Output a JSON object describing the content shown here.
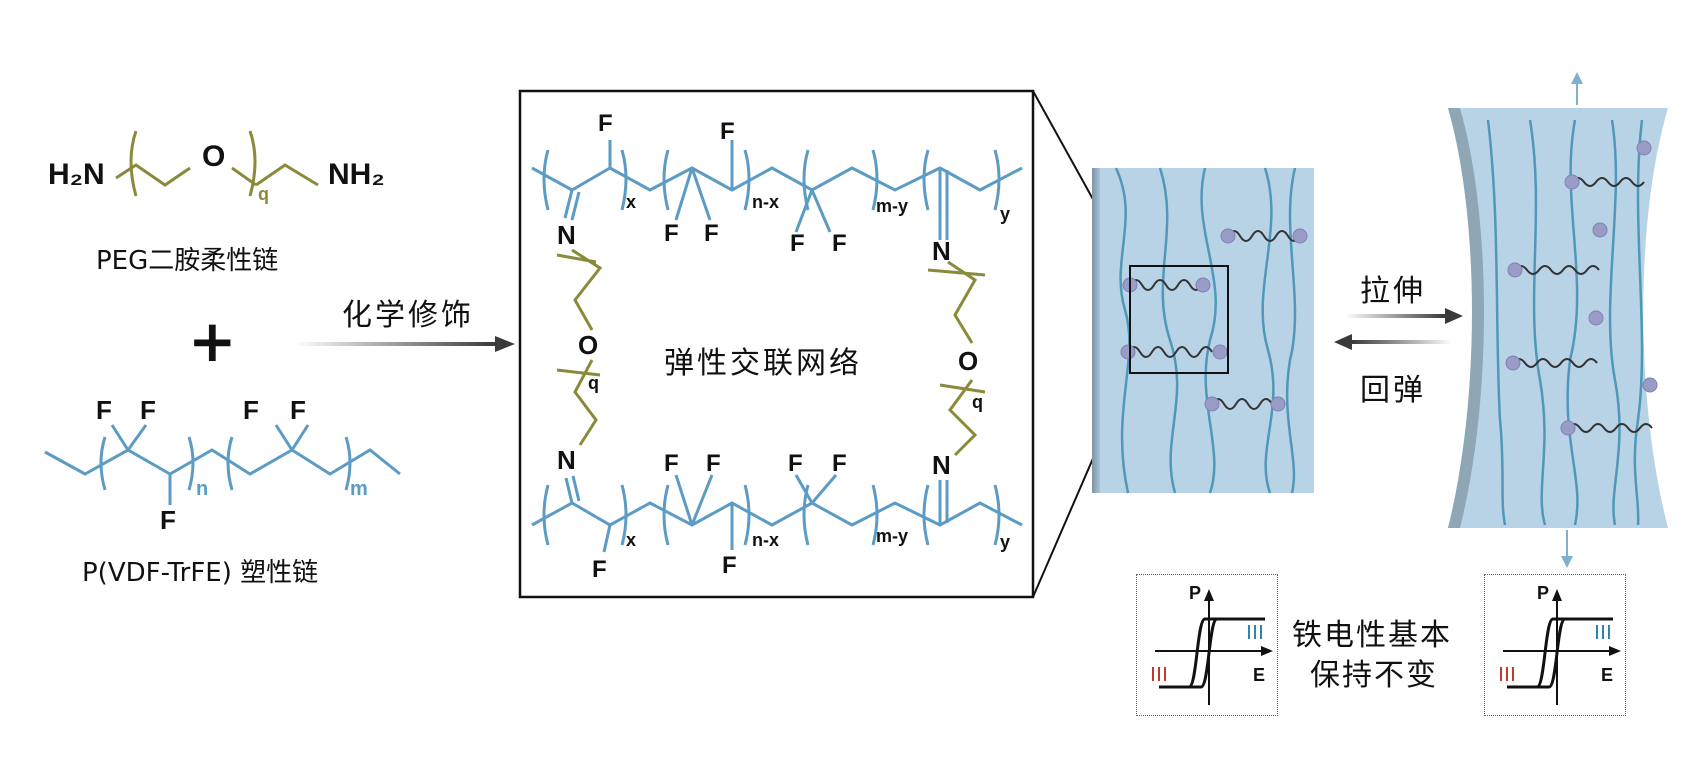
{
  "colors": {
    "backbone": "#5b9bc4",
    "peg": "#8a8a3a",
    "film_fill": "#b9d3e6",
    "film_edge": "#8fa6b6",
    "chain": "#4f98b8",
    "crosslink": "#333333",
    "node": "#9a9cc8",
    "arrow": "#3a3a3a",
    "stretch_arrow": "#7fb0d0",
    "pol_up": "#c0392b",
    "pol_down": "#2e86ab"
  },
  "left": {
    "peg_label": "PEG二胺柔性链",
    "pvdf_label": "P(VDF-TrFE) 塑性链",
    "plus": "+",
    "peg_end_left": "H₂N",
    "peg_end_right": "NH₂",
    "oxygen": "O",
    "subscript_q": "q",
    "fluorine": "F",
    "subscript_n": "n",
    "subscript_m": "m"
  },
  "reaction_arrow_label": "化学修饰",
  "network": {
    "center_label": "弹性交联网络",
    "sub_x": "x",
    "sub_nx": "n-x",
    "sub_my": "m-y",
    "sub_y": "y",
    "sub_q": "q",
    "nitrogen": "N",
    "oxygen": "O",
    "fluorine": "F"
  },
  "right": {
    "forward_label": "拉伸",
    "reverse_label": "回弹",
    "ferro_label_line1": "铁电性基本",
    "ferro_label_line2": "保持不变",
    "axis_p": "P",
    "axis_e": "E"
  }
}
